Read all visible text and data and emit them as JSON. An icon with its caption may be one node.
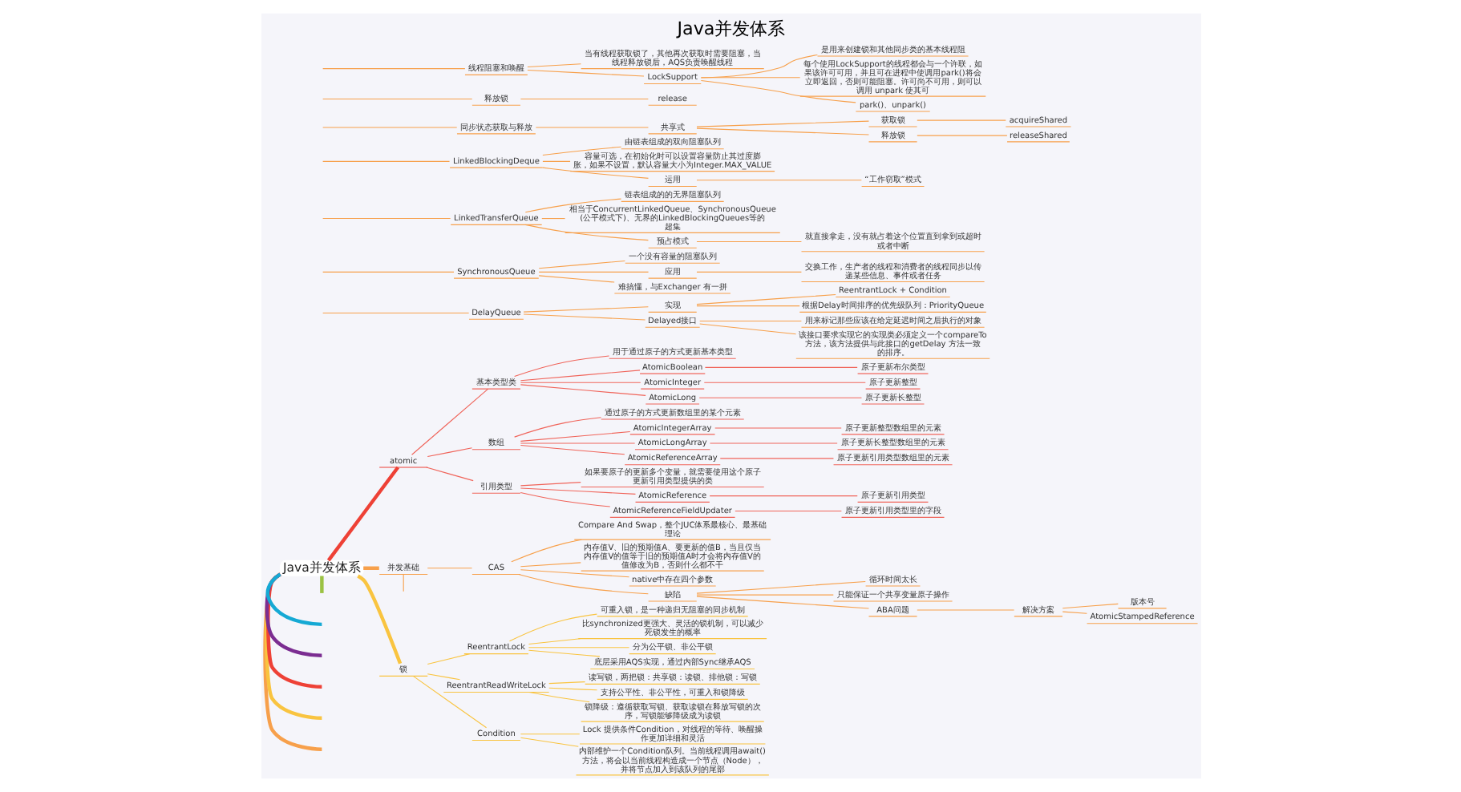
{
  "diagram": {
    "title": "Java并发体系",
    "nodes": [
      {
        "text": [
          "Java并发体系"
        ]
      },
      {
        "text": [
          "DelayQueue"
        ]
      },
      {
        "text": [
          "实现"
        ]
      },
      {
        "text": [
          "ReentrantLock + Condition"
        ]
      },
      {
        "text": [
          "根据Delay时间排序的优先级队列：PriorityQueue"
        ]
      },
      {
        "text": [
          "Delayed接口"
        ]
      },
      {
        "text": [
          "用来标记那些应该在给定延迟时间之后执行的对象"
        ]
      },
      {
        "text": [
          "该接口要求实现它的实现类必须定义一个compareTo 方法，该方法提供与此接口的getDelay 方法一致的排序。"
        ]
      },
      {
        "text": [
          "SynchronousQueue"
        ]
      },
      {
        "text": [
          "一个没有容量的阻塞队列"
        ]
      },
      {
        "text": [
          "应用"
        ]
      },
      {
        "text": [
          "交换工作，生产者的线程和消费者的线程同步以传递某些信息、事件或者任务"
        ]
      },
      {
        "text": [
          "难搞懂，与Exchanger 有一拼"
        ]
      },
      {
        "text": [
          "LinkedTransferQueue"
        ]
      },
      {
        "text": [
          "链表组成的的无界阻塞队列"
        ]
      },
      {
        "text": [
          "相当于ConcurrentLinkedQueue、SynchronousQueue (公平模式下)、无界的LinkedBlockingQueues等的超集"
        ]
      },
      {
        "text": [
          "预占模式"
        ]
      },
      {
        "text": [
          "就直接拿走，没有就占着这个位置直到拿到或超时或者中断"
        ]
      },
      {
        "text": [
          "LinkedBlockingDeque"
        ]
      },
      {
        "text": [
          "由链表组成的双向阻塞队列"
        ]
      },
      {
        "text": [
          "容量可选，在初始化时可以设置容量防止其过度膨胀，如果不设置，默认容量大小为Integer.MAX_VALUE"
        ]
      },
      {
        "text": [
          "运用"
        ]
      },
      {
        "text": [
          "“工作窃取”模式"
        ]
      },
      {
        "text": [
          "atomic"
        ]
      },
      {
        "text": [
          "基本类型类"
        ]
      },
      {
        "text": [
          "用于通过原子的方式更新基本类型"
        ]
      },
      {
        "text": [
          "AtomicBoolean"
        ]
      },
      {
        "text": [
          "原子更新布尔类型"
        ]
      },
      {
        "text": [
          "AtomicInteger"
        ]
      },
      {
        "text": [
          "原子更新整型"
        ]
      },
      {
        "text": [
          "AtomicLong"
        ]
      },
      {
        "text": [
          "原子更新长整型"
        ]
      },
      {
        "text": [
          "数组"
        ]
      },
      {
        "text": [
          "通过原子的方式更新数组里的某个元素"
        ]
      },
      {
        "text": [
          "AtomicIntegerArray"
        ]
      },
      {
        "text": [
          "原子更新整型数组里的元素"
        ]
      },
      {
        "text": [
          "AtomicLongArray"
        ]
      },
      {
        "text": [
          "原子更新长整型数组里的元素"
        ]
      },
      {
        "text": [
          "AtomicReferenceArray"
        ]
      },
      {
        "text": [
          "原子更新引用类型数组里的元素"
        ]
      },
      {
        "text": [
          "引用类型"
        ]
      },
      {
        "text": [
          "如果要原子的更新多个变量，就需要使用这个原子更新引用类型提供的类"
        ]
      },
      {
        "text": [
          "AtomicReference"
        ]
      },
      {
        "text": [
          "原子更新引用类型"
        ]
      },
      {
        "text": [
          "AtomicReferenceFieldUpdater"
        ]
      },
      {
        "text": [
          "原子更新引用类型里的字段"
        ]
      },
      {
        "text": [
          "并发基础"
        ]
      },
      {
        "text": [
          "同步状态获取与释放"
        ]
      },
      {
        "text": [
          "释放锁"
        ]
      },
      {
        "text": [
          "release"
        ]
      },
      {
        "text": [
          "共享式"
        ]
      },
      {
        "text": [
          "获取锁"
        ]
      },
      {
        "text": [
          "acquireShared"
        ]
      },
      {
        "text": [
          "释放锁"
        ]
      },
      {
        "text": [
          "releaseShared"
        ]
      },
      {
        "text": [
          "线程阻塞和唤醒"
        ]
      },
      {
        "text": [
          "当有线程获取锁了，其他再次获取时需要阻塞，当线程释放锁后，AQS负责唤醒线程"
        ]
      },
      {
        "text": [
          "LockSupport"
        ]
      },
      {
        "text": [
          "是用来创建锁和其他同步类的基本线程阻"
        ]
      },
      {
        "text": [
          "每个使用LockSupport的线程都会与一个许联，如果该许可可用，并且可在进程中使调用park()将会立即返回，否则可能阻塞。许可尚不可用，则可以调用 unpark 使其可"
        ]
      },
      {
        "text": [
          "park()、unpark()"
        ]
      },
      {
        "text": [
          "CAS"
        ]
      },
      {
        "text": [
          "Compare And Swap，整个JUC体系最核心、最基础理论"
        ]
      },
      {
        "text": [
          "内存值V、旧的预期值A、要更新的值B，当且仅当内存值V的值等于旧的预期值A时才会将内存值V的值修改为B，否则什么都不干"
        ]
      },
      {
        "text": [
          "native中存在四个参数"
        ]
      },
      {
        "text": [
          "缺陷"
        ]
      },
      {
        "text": [
          "循环时间太长"
        ]
      },
      {
        "text": [
          "只能保证一个共享变量原子操作"
        ]
      },
      {
        "text": [
          "ABA问题"
        ]
      },
      {
        "text": [
          "解决方案"
        ]
      },
      {
        "text": [
          "版本号"
        ]
      },
      {
        "text": [
          "AtomicStampedReference"
        ]
      },
      {
        "text": [
          "锁"
        ]
      },
      {
        "text": [
          "ReentrantLock"
        ]
      },
      {
        "text": [
          "可重入锁，是一种递归无阻塞的同步机制"
        ]
      },
      {
        "text": [
          "比synchronized更强大、灵活的锁机制，可以减少死锁发生的概率"
        ]
      },
      {
        "text": [
          "分为公平锁、非公平锁"
        ]
      },
      {
        "text": [
          "底层采用AQS实现，通过内部Sync继承AQS"
        ]
      },
      {
        "text": [
          "ReentrantReadWriteLock"
        ]
      },
      {
        "text": [
          "读写锁，两把锁：共享锁：读锁、排他锁：写锁"
        ]
      },
      {
        "text": [
          "支持公平性、非公平性，可重入和锁降级"
        ]
      },
      {
        "text": [
          "锁降级：遵循获取写锁、获取读锁在释放写锁的次序，写锁能够降级成为读锁"
        ]
      },
      {
        "text": [
          "Condition"
        ]
      },
      {
        "text": [
          "Lock 提供条件Condition，对线程的等待、唤醒操作更加详细和灵活"
        ]
      },
      {
        "text": [
          "内部维护一个Condition队列。当前线程调用await()方法，将会以当前线程构造成一个节点（Node），并将节点加入到该队列的尾部"
        ]
      }
    ],
    "edges": [
      {
        "from": 0,
        "to": null,
        "arrow": "none",
        "style": "thick"
      },
      {
        "from": 0,
        "to": null,
        "arrow": "none",
        "style": "thick",
        "color": "#f9c440"
      },
      {
        "from": 0,
        "to": null,
        "arrow": "none",
        "style": "thick",
        "color": "#ee4136"
      },
      {
        "from": 0,
        "to": null,
        "arrow": "none",
        "style": "thick",
        "color": "#7b2d91"
      },
      {
        "from": 0,
        "to": null,
        "arrow": "none",
        "style": "thick",
        "color": "#15a9d4"
      },
      {
        "from": 0,
        "to": null,
        "arrow": "none",
        "style": "thick",
        "color": "#9bc243"
      },
      {
        "from": null,
        "to": 1,
        "arrow": "none"
      },
      {
        "from": 1,
        "to": 2,
        "arrow": "none"
      },
      {
        "from": 2,
        "to": 3,
        "arrow": "none"
      },
      {
        "from": 2,
        "to": 4,
        "arrow": "none"
      },
      {
        "from": 1,
        "to": 5,
        "arrow": "none"
      },
      {
        "from": 5,
        "to": 6,
        "arrow": "none"
      },
      {
        "from": 5,
        "to": 7,
        "arrow": "none"
      },
      {
        "from": null,
        "to": 8,
        "arrow": "none"
      },
      {
        "from": 8,
        "to": 9,
        "arrow": "none"
      },
      {
        "from": 8,
        "to": 10,
        "arrow": "none"
      },
      {
        "from": 10,
        "to": 11,
        "arrow": "none"
      },
      {
        "from": 8,
        "to": 12,
        "arrow": "none"
      },
      {
        "from": null,
        "to": 13,
        "arrow": "none"
      },
      {
        "from": 13,
        "to": 14,
        "arrow": "none"
      },
      {
        "from": 13,
        "to": 15,
        "arrow": "none"
      },
      {
        "from": 13,
        "to": 16,
        "arrow": "none"
      },
      {
        "from": 16,
        "to": 17,
        "arrow": "none"
      },
      {
        "from": null,
        "to": 18,
        "arrow": "none"
      },
      {
        "from": 18,
        "to": 19,
        "arrow": "none"
      },
      {
        "from": 18,
        "to": 20,
        "arrow": "none"
      },
      {
        "from": 18,
        "to": 21,
        "arrow": "none"
      },
      {
        "from": 21,
        "to": 22,
        "arrow": "none"
      },
      {
        "from": 0,
        "to": 23,
        "arrow": "none",
        "style": "thick",
        "color": "#ee4136"
      },
      {
        "from": 23,
        "to": 24,
        "arrow": "none",
        "color": "#f0645a"
      },
      {
        "from": 24,
        "to": 25,
        "arrow": "none",
        "color": "#f0645a"
      },
      {
        "from": 24,
        "to": 26,
        "arrow": "none",
        "color": "#f0645a"
      },
      {
        "from": 26,
        "to": 27,
        "arrow": "none",
        "color": "#f0645a"
      },
      {
        "from": 24,
        "to": 28,
        "arrow": "none",
        "color": "#f0645a"
      },
      {
        "from": 28,
        "to": 29,
        "arrow": "none",
        "color": "#f0645a"
      },
      {
        "from": 24,
        "to": 30,
        "arrow": "none",
        "color": "#f0645a"
      },
      {
        "from": 30,
        "to": 31,
        "arrow": "none",
        "color": "#f0645a"
      },
      {
        "from": 23,
        "to": 32,
        "arrow": "none",
        "color": "#f0645a"
      },
      {
        "from": 32,
        "to": 33,
        "arrow": "none",
        "color": "#f0645a"
      },
      {
        "from": 32,
        "to": 34,
        "arrow": "none",
        "color": "#f0645a"
      },
      {
        "from": 34,
        "to": 35,
        "arrow": "none",
        "color": "#f0645a"
      },
      {
        "from": 32,
        "to": 36,
        "arrow": "none",
        "color": "#f0645a"
      },
      {
        "from": 36,
        "to": 37,
        "arrow": "none",
        "color": "#f0645a"
      },
      {
        "from": 32,
        "to": 38,
        "arrow": "none",
        "color": "#f0645a"
      },
      {
        "from": 38,
        "to": 39,
        "arrow": "none",
        "color": "#f0645a"
      },
      {
        "from": 23,
        "to": 40,
        "arrow": "none",
        "color": "#f0645a"
      },
      {
        "from": 40,
        "to": 41,
        "arrow": "none",
        "color": "#f0645a"
      },
      {
        "from": 40,
        "to": 42,
        "arrow": "none",
        "color": "#f0645a"
      },
      {
        "from": 42,
        "to": 43,
        "arrow": "none",
        "color": "#f0645a"
      },
      {
        "from": 40,
        "to": 44,
        "arrow": "none",
        "color": "#f0645a"
      },
      {
        "from": 44,
        "to": 45,
        "arrow": "none",
        "color": "#f0645a"
      },
      {
        "from": 0,
        "to": 46,
        "arrow": "none",
        "style": "thick"
      },
      {
        "from": 46,
        "to": null,
        "arrow": "none"
      },
      {
        "from": null,
        "to": 47,
        "arrow": "none"
      },
      {
        "from": null,
        "to": 48,
        "arrow": "none"
      },
      {
        "from": 48,
        "to": 49,
        "arrow": "none"
      },
      {
        "from": 47,
        "to": 50,
        "arrow": "none"
      },
      {
        "from": 50,
        "to": 51,
        "arrow": "none"
      },
      {
        "from": 51,
        "to": 52,
        "arrow": "none"
      },
      {
        "from": 50,
        "to": 53,
        "arrow": "none"
      },
      {
        "from": 53,
        "to": 54,
        "arrow": "none"
      },
      {
        "from": null,
        "to": 55,
        "arrow": "none"
      },
      {
        "from": 55,
        "to": 56,
        "arrow": "none"
      },
      {
        "from": 55,
        "to": 57,
        "arrow": "none"
      },
      {
        "from": 57,
        "to": 58,
        "arrow": "none"
      },
      {
        "from": 57,
        "to": 59,
        "arrow": "none"
      },
      {
        "from": 57,
        "to": 60,
        "arrow": "none"
      },
      {
        "from": 46,
        "to": 61,
        "arrow": "none"
      },
      {
        "from": 61,
        "to": 62,
        "arrow": "none"
      },
      {
        "from": 61,
        "to": 63,
        "arrow": "none"
      },
      {
        "from": 61,
        "to": 64,
        "arrow": "none"
      },
      {
        "from": 61,
        "to": 65,
        "arrow": "none"
      },
      {
        "from": 65,
        "to": 66,
        "arrow": "none"
      },
      {
        "from": 65,
        "to": 67,
        "arrow": "none"
      },
      {
        "from": 65,
        "to": 68,
        "arrow": "none"
      },
      {
        "from": 68,
        "to": 69,
        "arrow": "none"
      },
      {
        "from": 69,
        "to": 70,
        "arrow": "none"
      },
      {
        "from": 69,
        "to": 71,
        "arrow": "none"
      },
      {
        "from": 0,
        "to": 72,
        "arrow": "none",
        "style": "thick",
        "color": "#f9c440"
      },
      {
        "from": 72,
        "to": 73,
        "arrow": "none",
        "color": "#f9c440"
      },
      {
        "from": 73,
        "to": 74,
        "arrow": "none",
        "color": "#f9c440"
      },
      {
        "from": 73,
        "to": 75,
        "arrow": "none",
        "color": "#f9c440"
      },
      {
        "from": 73,
        "to": 76,
        "arrow": "none",
        "color": "#f9c440"
      },
      {
        "from": 73,
        "to": 77,
        "arrow": "none",
        "color": "#f9c440"
      },
      {
        "from": 72,
        "to": 78,
        "arrow": "none",
        "color": "#f9c440"
      },
      {
        "from": 78,
        "to": 79,
        "arrow": "none",
        "color": "#f9c440"
      },
      {
        "from": 78,
        "to": 80,
        "arrow": "none",
        "color": "#f9c440"
      },
      {
        "from": 78,
        "to": 81,
        "arrow": "none",
        "color": "#f9c440"
      },
      {
        "from": 72,
        "to": 82,
        "arrow": "none",
        "color": "#f9c440"
      },
      {
        "from": 82,
        "to": 83,
        "arrow": "none",
        "color": "#f9c440"
      },
      {
        "from": 82,
        "to": 84,
        "arrow": "none",
        "color": "#f9c440"
      }
    ]
  }
}
